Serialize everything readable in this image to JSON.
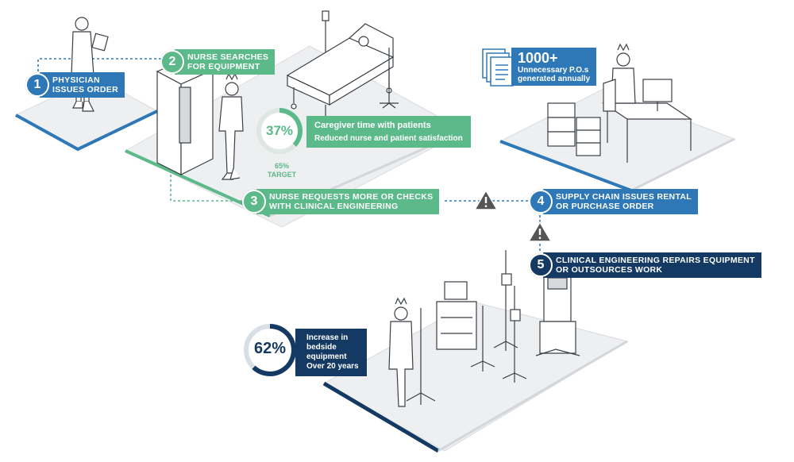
{
  "steps": [
    {
      "number": "1",
      "text": "PHYSICIAN\nISSUES ORDER"
    },
    {
      "number": "2",
      "text": "NURSE SEARCHES\nFOR EQUIPMENT"
    },
    {
      "number": "3",
      "text": "NURSE REQUESTS MORE OR CHECKS\nWITH CLINICAL ENGINEERING"
    },
    {
      "number": "4",
      "text": "SUPPLY CHAIN ISSUES RENTAL\nOR PURCHASE ORDER"
    },
    {
      "number": "5",
      "text": "CLINICAL ENGINEERING REPAIRS EQUIPMENT\nOR OUTSOURCES WORK"
    }
  ],
  "caregiver_stat": {
    "percent": "37%",
    "line1": "Caregiver time with patients",
    "line2": "Reduced nurse and patient satisfaction",
    "target_text": "65%\nTARGET",
    "value": 0.37,
    "target_value": 0.65
  },
  "po_stat": {
    "big": "1000+",
    "line1": "Unnecessary P.O.s",
    "line2": "generated annually"
  },
  "equipment_stat": {
    "percent": "62%",
    "line1": "Increase in",
    "line2": "bedside",
    "line3": "equipment",
    "line4": "Over 20 years",
    "value": 0.62
  },
  "colors": {
    "blue": "#2e78b7",
    "green": "#5cb98a",
    "navy": "#143a63",
    "warning": "#555555",
    "floor": "#eeeff1"
  },
  "icons": [
    "warning-icon",
    "document-stack-icon",
    "physician-illustration",
    "nurse-illustration",
    "hospital-bed-illustration",
    "supply-desk-illustration",
    "equipment-illustration"
  ]
}
